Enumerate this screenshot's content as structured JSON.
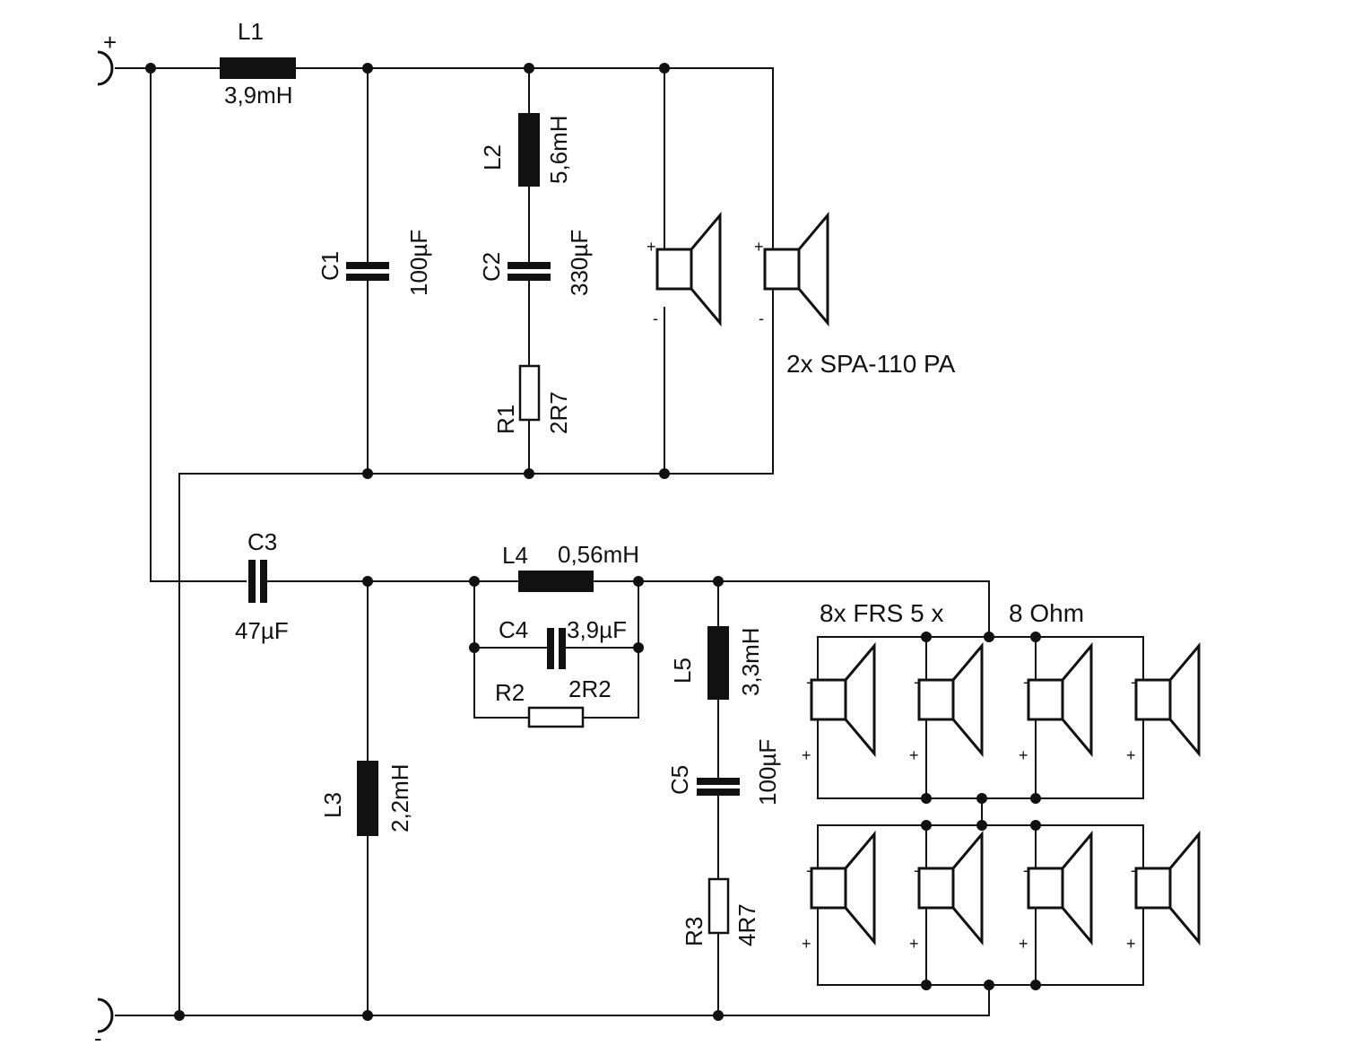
{
  "terminals": {
    "plus": "+",
    "minus": "-"
  },
  "components": {
    "L1": {
      "name": "L1",
      "value": "3,9mH"
    },
    "L2": {
      "name": "L2",
      "value": "5,6mH"
    },
    "L3": {
      "name": "L3",
      "value": "2,2mH"
    },
    "L4": {
      "name": "L4",
      "value": "0,56mH"
    },
    "L5": {
      "name": "L5",
      "value": "3,3mH"
    },
    "C1": {
      "name": "C1",
      "value": "100µF"
    },
    "C2": {
      "name": "C2",
      "value": "330µF"
    },
    "C3": {
      "name": "C3",
      "value": "47µF"
    },
    "C4": {
      "name": "C4",
      "value": "3,9µF"
    },
    "C5": {
      "name": "C5",
      "value": "100µF"
    },
    "R1": {
      "name": "R1",
      "value": "2R7"
    },
    "R2": {
      "name": "R2",
      "value": "2R2"
    },
    "R3": {
      "name": "R3",
      "value": "4R7"
    }
  },
  "speakers": {
    "woofer_label": "2x SPA-110 PA",
    "fullrange_label_1": "8x FRS 5 x",
    "fullrange_label_2": "8 Ohm",
    "plus": "+",
    "minus": "-"
  }
}
